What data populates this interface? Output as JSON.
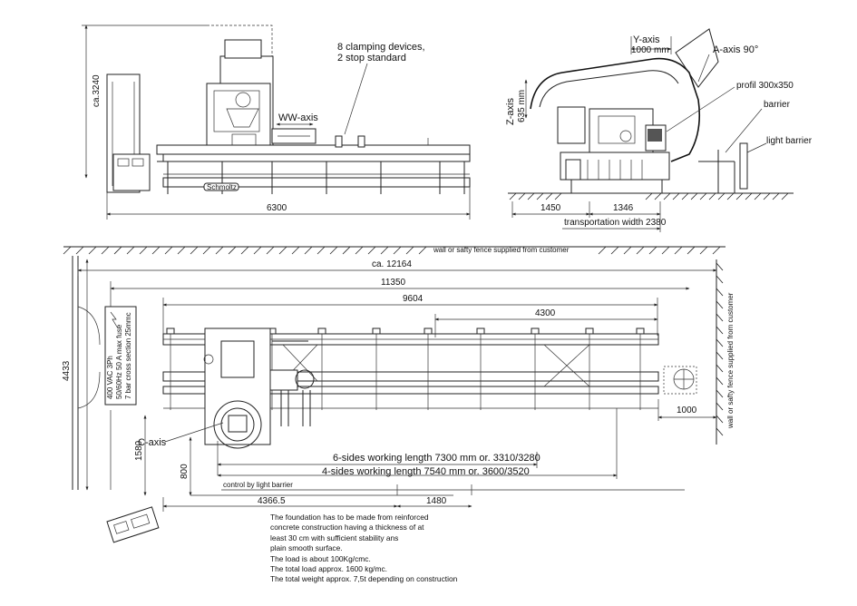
{
  "top_left_view": {
    "height_dim": "ca.3240",
    "width_dim": "6300",
    "clamp_label_line1": "8 clamping devices,",
    "clamp_label_line2": "2 stop standard",
    "ww_axis": "WW-axis",
    "brand": "Schmoltz"
  },
  "side_view": {
    "y_axis": "Y-axis",
    "y_axis_dim": "1000 mm",
    "a_axis": "A-axis 90°",
    "profil": "profil 300x350",
    "barrier": "barrier",
    "light_barrier": "light barrier",
    "z_axis": "Z-axis",
    "z_axis_dim": "635 mm",
    "dim_1450": "1450",
    "dim_1346": "1346",
    "transport_width": "transportation width 2380"
  },
  "plan_view": {
    "wall_top": "wall or safty fence supplied from customer",
    "wall_right": "wall or safty fence supplied from customer",
    "dim_total": "ca. 12164",
    "dim_11350": "11350",
    "dim_9604": "9604",
    "dim_4300": "4300",
    "dim_4433": "4433",
    "dim_1580": "1580",
    "dim_800": "800",
    "dim_1000": "1000",
    "c_axis": "C-axis",
    "six_sides": "6-sides working length  7300 mm or. 3310/3280",
    "four_sides": "4-sides working length  7540 mm or. 3600/3520",
    "control": "control by light barrier",
    "dim_43665": "4366.5",
    "dim_1480": "1480",
    "power_lines": [
      "400 VAC 3Ph",
      "50/60Hz  50 A max fuse",
      "7 bar   cross section 25mmc"
    ]
  },
  "notes": [
    "The foundation has to be made from reinforced",
    "concrete construction having a thickness of at",
    "least 30 cm with sufficient stability ans",
    "plain smooth surface.",
    "The load is about 100Kg/cmc.",
    "The total load approx. 1600 kg/mc.",
    "The total weight approx. 7,5t depending on construction"
  ]
}
